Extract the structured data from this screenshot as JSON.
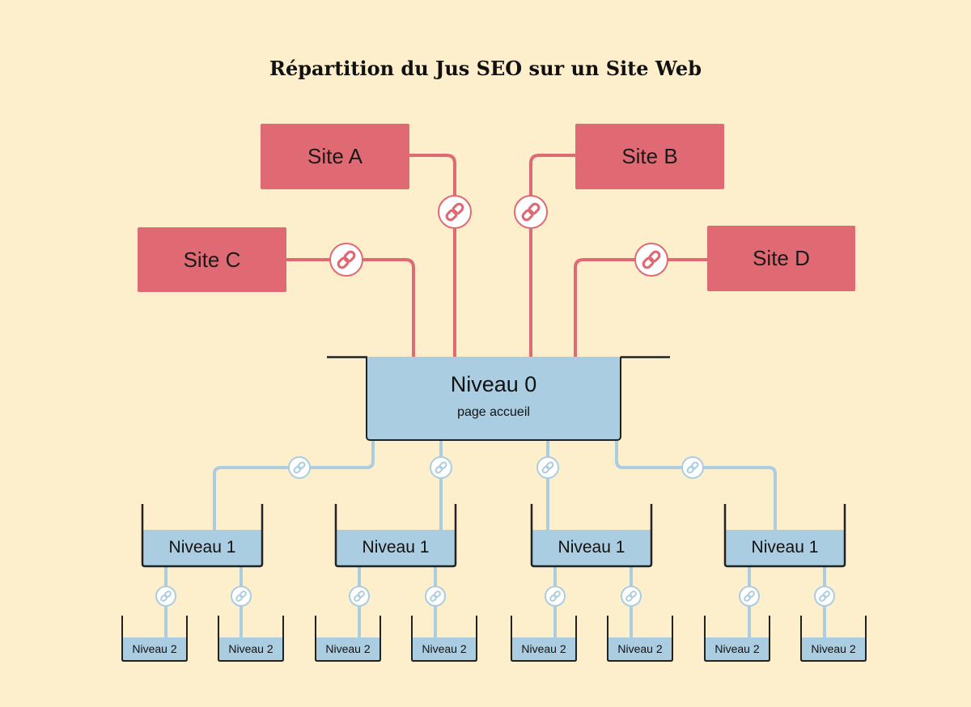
{
  "title": "Répartition du Jus SEO sur un Site Web",
  "external_sites": [
    {
      "label": "Site A"
    },
    {
      "label": "Site B"
    },
    {
      "label": "Site C"
    },
    {
      "label": "Site D"
    }
  ],
  "level0": {
    "label": "Niveau 0",
    "sublabel": "page accueil"
  },
  "level1": [
    {
      "label": "Niveau 1"
    },
    {
      "label": "Niveau 1"
    },
    {
      "label": "Niveau 1"
    },
    {
      "label": "Niveau 1"
    }
  ],
  "level2": [
    {
      "label": "Niveau 2"
    },
    {
      "label": "Niveau 2"
    },
    {
      "label": "Niveau 2"
    },
    {
      "label": "Niveau 2"
    },
    {
      "label": "Niveau 2"
    },
    {
      "label": "Niveau 2"
    },
    {
      "label": "Niveau 2"
    },
    {
      "label": "Niveau 2"
    }
  ],
  "colors": {
    "background": "#fdeecc",
    "external_site": "#df6a74",
    "external_link": "#df6a74",
    "internal_fill": "#abcde2",
    "internal_link": "#abcde2",
    "outline": "#222222"
  },
  "icons": {
    "link": "chain-link-icon"
  }
}
